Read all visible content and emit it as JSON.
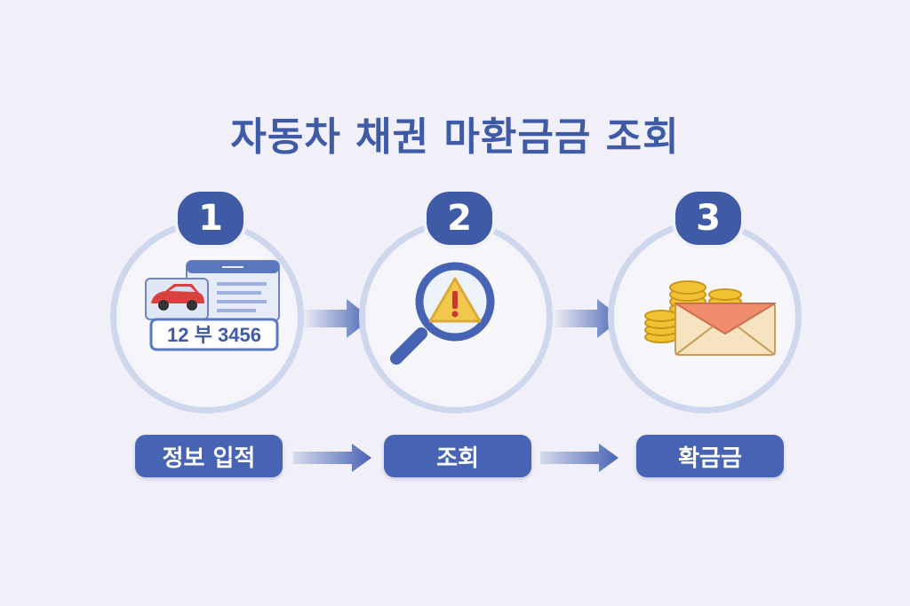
{
  "title": "자동차 채권 마환금금 조회",
  "steps": [
    {
      "number": "1",
      "label": "정보 입적",
      "icon": "car-registration-icon",
      "plate": "12 부 3456"
    },
    {
      "number": "2",
      "label": "조회",
      "icon": "magnifier-warning-icon"
    },
    {
      "number": "3",
      "label": "확금금",
      "icon": "coins-envelope-icon"
    }
  ],
  "colors": {
    "primary": "#3f5ba6",
    "ring": "#cfd7ee",
    "background": "#f1eff7"
  }
}
